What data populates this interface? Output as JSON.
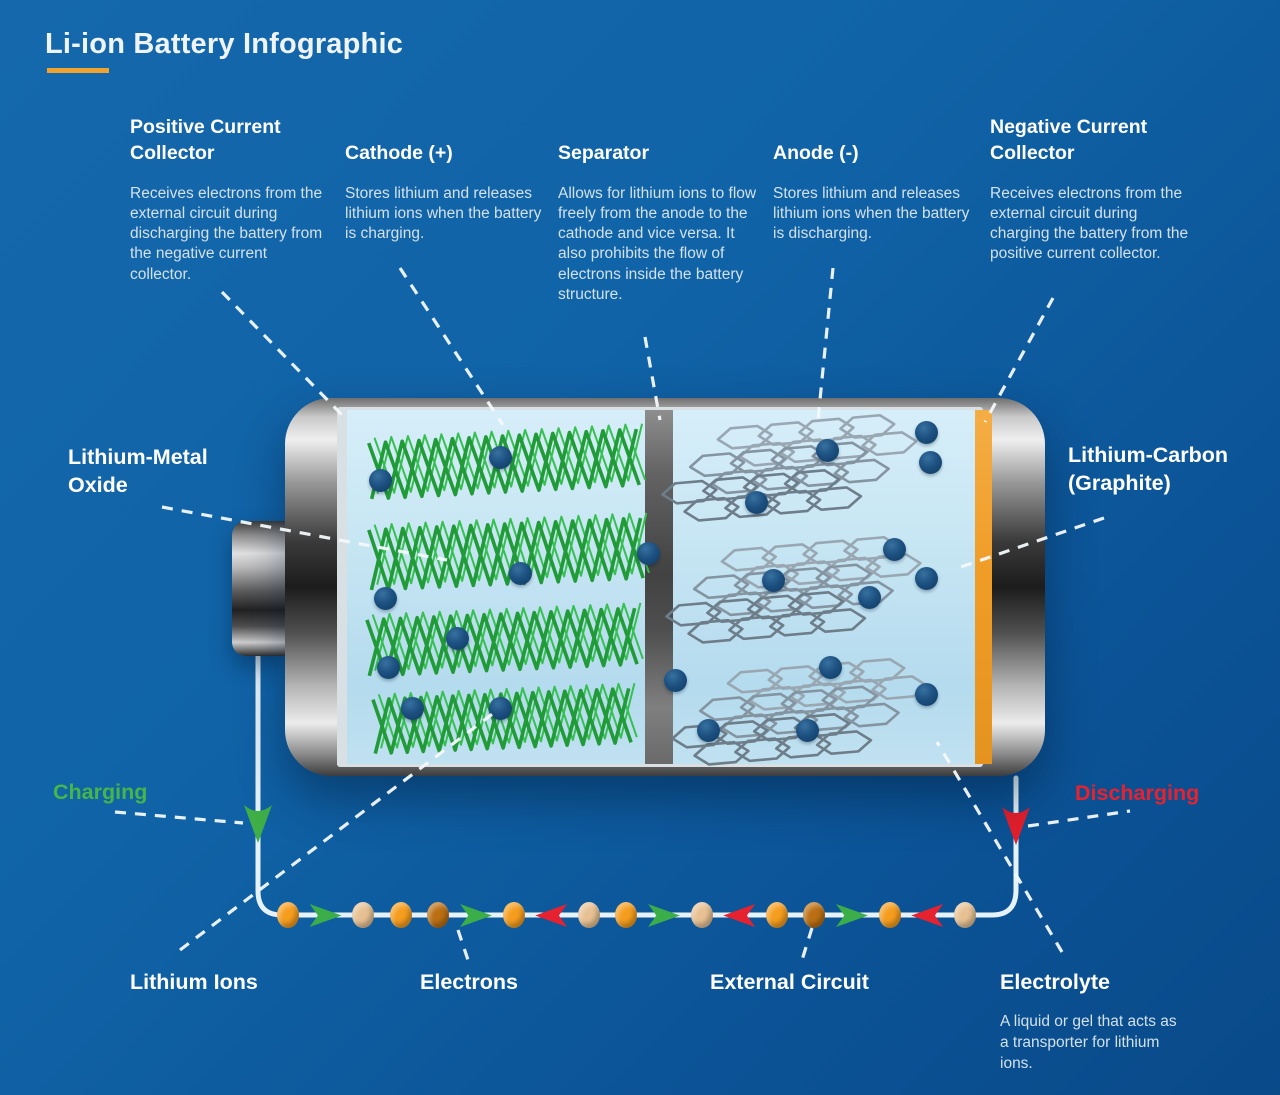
{
  "title": {
    "text": "Li-ion Battery Infographic"
  },
  "legend_columns": [
    {
      "heading": "Positive Current Collector",
      "body": "Receives electrons from the external circuit during discharging the battery from the negative current collector."
    },
    {
      "heading": "Cathode (+)",
      "body": "Stores lithium and releases lithium ions when the battery is charging."
    },
    {
      "heading": "Separator",
      "body": "Allows for lithium ions to flow freely from the anode to the cathode and vice versa. It also prohibits the flow of electrons inside the battery structure."
    },
    {
      "heading": "Anode (-)",
      "body": "Stores lithium and releases lithium ions when the battery is discharging."
    },
    {
      "heading": "Negative Current Collector",
      "body": "Receives electrons from the external circuit during charging the battery from the positive current collector."
    }
  ],
  "battery_labels": {
    "cathode_material": "Lithium-Metal Oxide",
    "anode_material": "Lithium-Carbon (Graphite)"
  },
  "flow_labels": {
    "charging": "Charging",
    "discharging": "Discharging"
  },
  "bottom_labels": {
    "lithium_ions": "Lithium Ions",
    "electrons": "Electrons",
    "external_circuit": "External Circuit",
    "electrolyte": "Electrolyte",
    "electrolyte_body": "A liquid or gel that acts as a transporter for lithium ions."
  },
  "colors": {
    "accent_orange": "#f0a32e",
    "charging_green": "#45b649",
    "discharging_red": "#e8212f",
    "structure_green": "#219a38",
    "graphite_gray": "#8a99a4",
    "ion_navy": "#123a63",
    "wire": "#e6f2fa",
    "interior_blue": "#c6e5f3",
    "collector_strip_orange": "#f09d27"
  },
  "circuit": {
    "palette": {
      "dot_orange": "#f59d1e",
      "dot_tan": "#e7c193",
      "dot_brown": "#bb6f13",
      "arrow_green": "#3bae49",
      "arrow_red": "#e62230"
    },
    "items": [
      {
        "type": "electron",
        "shade": "orange"
      },
      {
        "type": "arrow",
        "direction": "right",
        "color": "green"
      },
      {
        "type": "electron",
        "shade": "tan"
      },
      {
        "type": "electron",
        "shade": "orange"
      },
      {
        "type": "electron",
        "shade": "brown"
      },
      {
        "type": "arrow",
        "direction": "right",
        "color": "green"
      },
      {
        "type": "electron",
        "shade": "orange"
      },
      {
        "type": "arrow",
        "direction": "left",
        "color": "red"
      },
      {
        "type": "electron",
        "shade": "tan"
      },
      {
        "type": "electron",
        "shade": "orange"
      },
      {
        "type": "arrow",
        "direction": "right",
        "color": "green"
      },
      {
        "type": "electron",
        "shade": "tan"
      },
      {
        "type": "arrow",
        "direction": "left",
        "color": "red"
      },
      {
        "type": "electron",
        "shade": "orange"
      },
      {
        "type": "electron",
        "shade": "brown"
      },
      {
        "type": "arrow",
        "direction": "right",
        "color": "green"
      },
      {
        "type": "electron",
        "shade": "orange"
      },
      {
        "type": "arrow",
        "direction": "left",
        "color": "red"
      },
      {
        "type": "electron",
        "shade": "tan"
      }
    ]
  }
}
